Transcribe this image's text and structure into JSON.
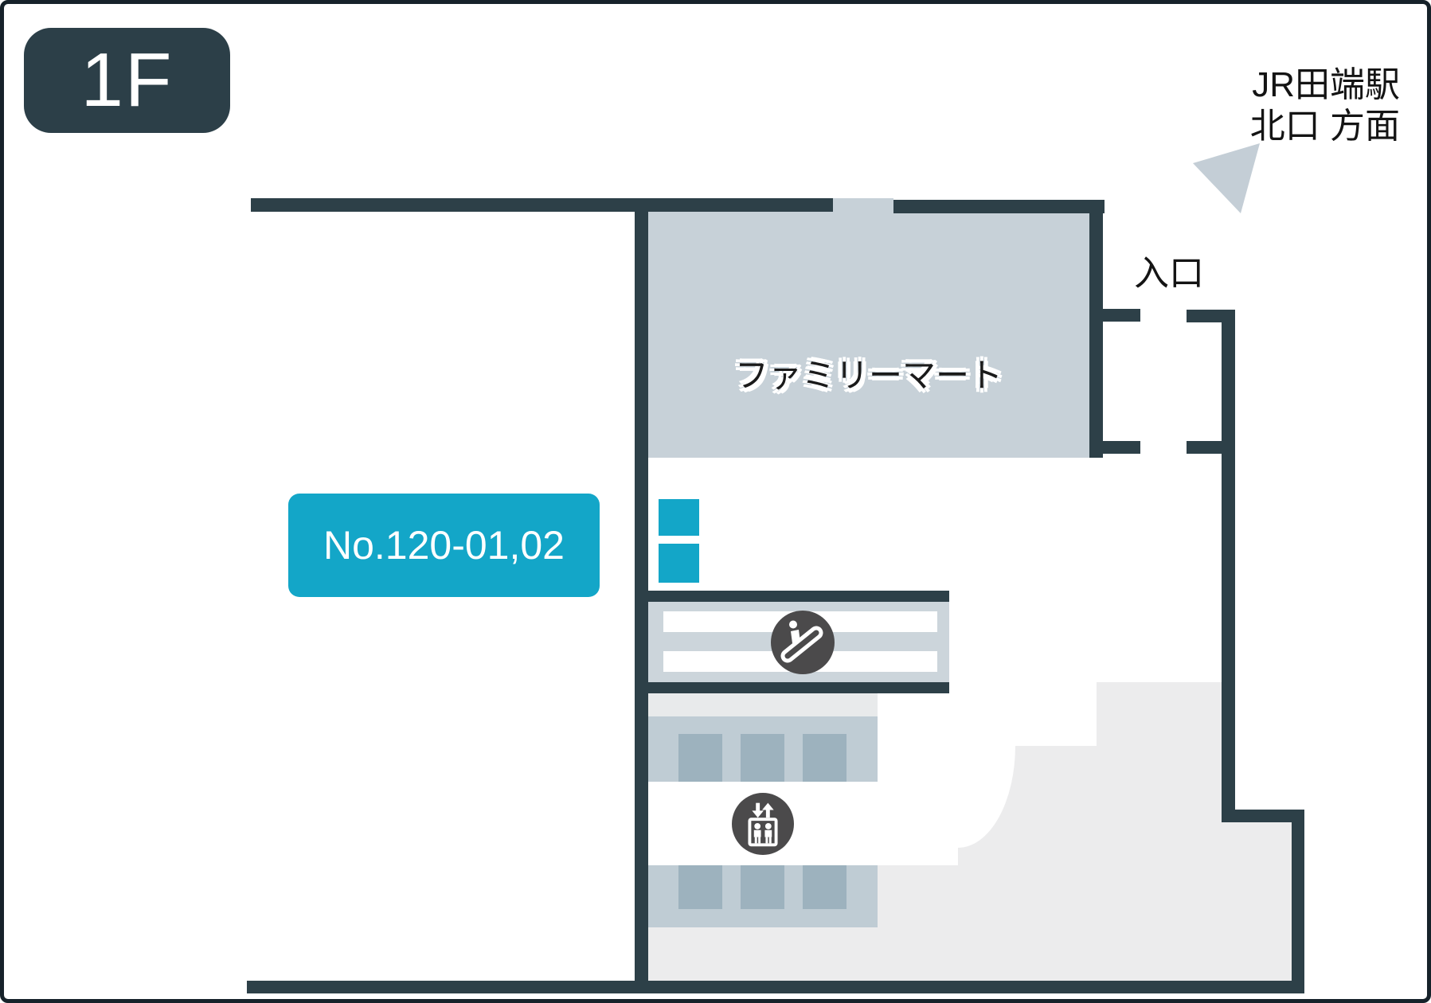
{
  "floor_badge": {
    "label": "1F"
  },
  "direction_note": {
    "line1": "JR田端駅",
    "line2": "北口 方面"
  },
  "map": {
    "store_label": "ファミリーマート",
    "entrance_label": "入口",
    "location_badge": "No.120-01,02"
  },
  "icons": {
    "direction_arrow": "direction-arrow-icon",
    "escalator": "escalator-icon",
    "elevator": "elevator-icon"
  },
  "colors": {
    "wall": "#2d4048",
    "frame": "#16222a",
    "badge_dark": "#2c3f48",
    "store": "#c7d1d8",
    "esc_frame": "#ccd5db",
    "band": "#bfccd4",
    "seat": "#9db2be",
    "light_band": "#e8eaeb",
    "area": "#ececed",
    "cyan": "#13a6c8",
    "icon_gray": "#4b4a4b",
    "arrow": "#c4ced6",
    "text": "#141414"
  }
}
